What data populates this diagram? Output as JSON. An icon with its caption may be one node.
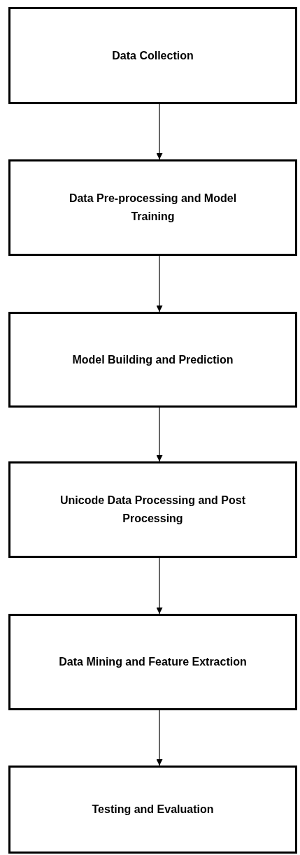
{
  "diagram": {
    "nodes": [
      {
        "text": [
          "Data Collection"
        ]
      },
      {
        "text": [
          "Data Pre-processing and Model Training"
        ]
      },
      {
        "text": [
          "Model Building and Prediction"
        ]
      },
      {
        "text": [
          "Unicode Data Processing and Post Processing"
        ]
      },
      {
        "text": [
          "Data Mining and Feature Extraction"
        ]
      },
      {
        "text": [
          "Testing and Evaluation"
        ]
      }
    ],
    "edges": [
      {
        "from": 0,
        "to": 1,
        "arrow": "to"
      },
      {
        "from": 1,
        "to": 2,
        "arrow": "to"
      },
      {
        "from": 2,
        "to": 3,
        "arrow": "to"
      },
      {
        "from": 3,
        "to": 4,
        "arrow": "to"
      },
      {
        "from": 4,
        "to": 5,
        "arrow": "to"
      }
    ]
  }
}
